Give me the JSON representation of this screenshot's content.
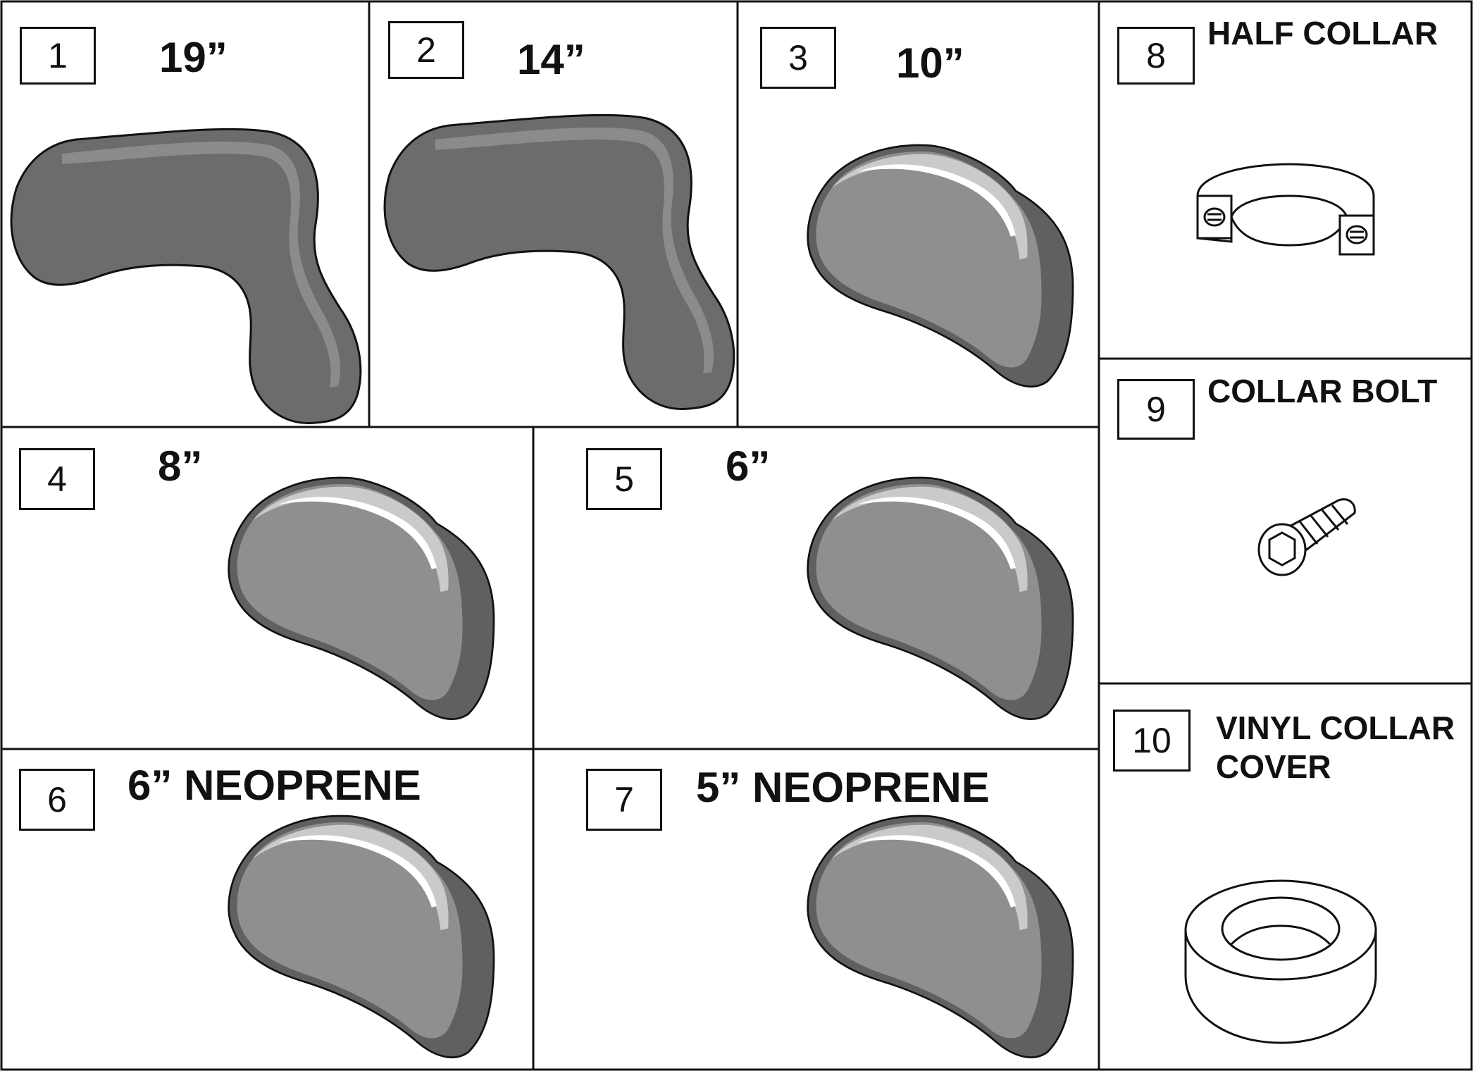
{
  "parts": [
    {
      "number": "1",
      "label": "19”",
      "shape": "contoured-armrest"
    },
    {
      "number": "2",
      "label": "14”",
      "shape": "contoured-armrest"
    },
    {
      "number": "3",
      "label": "10”",
      "shape": "pad"
    },
    {
      "number": "4",
      "label": "8”",
      "shape": "pad"
    },
    {
      "number": "5",
      "label": "6”",
      "shape": "pad"
    },
    {
      "number": "6",
      "label": "6” NEOPRENE",
      "shape": "pad"
    },
    {
      "number": "7",
      "label": "5” NEOPRENE",
      "shape": "pad"
    },
    {
      "number": "8",
      "label": "HALF COLLAR",
      "shape": "half-collar"
    },
    {
      "number": "9",
      "label": "COLLAR BOLT",
      "shape": "socket-bolt"
    },
    {
      "number": "10",
      "label": "VINYL COLLAR COVER",
      "label_lines": [
        "VINYL COLLAR",
        "COVER"
      ],
      "shape": "collar-ring"
    }
  ],
  "colors": {
    "line": "#111111",
    "pad_dark": "#5f6062",
    "pad_mid": "#8e8f91",
    "pad_light": "#c9cacc",
    "armrest": "#6b6c6e"
  }
}
